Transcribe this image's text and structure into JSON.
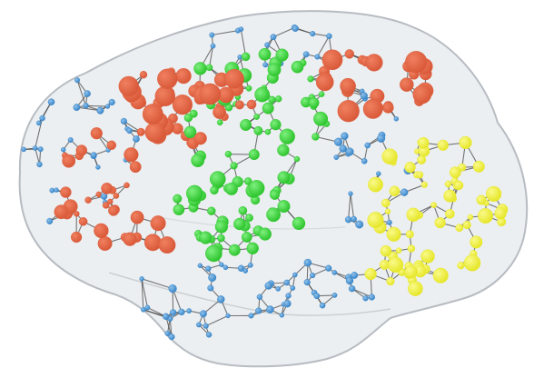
{
  "image": {
    "subject": "brain-network-visualization",
    "modules": [
      {
        "name": "red-module",
        "color": "#d95a3a",
        "highlight": "#f08060"
      },
      {
        "name": "green-module",
        "color": "#2fc52f",
        "highlight": "#7ef07e"
      },
      {
        "name": "yellow-module",
        "color": "#e6e62a",
        "highlight": "#fafa8a"
      },
      {
        "name": "blue-module",
        "color": "#3a86c8",
        "highlight": "#8fc2ec"
      }
    ],
    "edge_color": "#4a4a4a",
    "brain_fill": "#dde1e5",
    "brain_outline": "#b7bcc2"
  }
}
